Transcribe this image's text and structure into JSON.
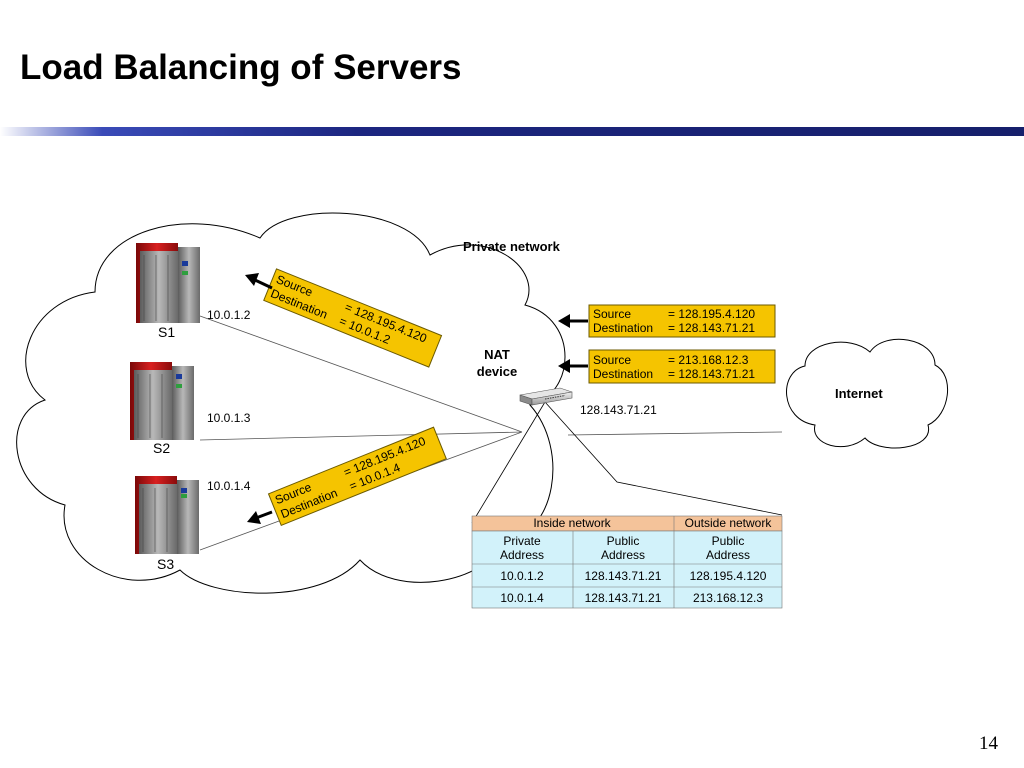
{
  "slide": {
    "title": "Load Balancing of Servers",
    "page_number": "14"
  },
  "diagram": {
    "private_network_label": "Private network",
    "internet_label": "Internet",
    "nat_device": {
      "line1": "NAT",
      "line2": "device",
      "address": "128.143.71.21"
    },
    "servers": [
      {
        "name": "S1",
        "address": "10.0.1.2"
      },
      {
        "name": "S2",
        "address": "10.0.1.3"
      },
      {
        "name": "S3",
        "address": "10.0.1.4"
      }
    ],
    "packets": {
      "to_s1": {
        "source_label": "Source",
        "destination_label": "Destination",
        "source_value": "= 128.195.4.120",
        "destination_value": "= 10.0.1.2"
      },
      "to_s3": {
        "source_label": "Source",
        "destination_label": "Destination",
        "source_value": "= 128.195.4.120",
        "destination_value": "= 10.0.1.4"
      },
      "incoming_1": {
        "source_label": "Source",
        "destination_label": "Destination",
        "source_value": "= 128.195.4.120",
        "destination_value": "= 128.143.71.21"
      },
      "incoming_2": {
        "source_label": "Source",
        "destination_label": "Destination",
        "source_value": "= 213.168.12.3",
        "destination_value": "= 128.143.71.21"
      }
    },
    "nat_table": {
      "group_headers": [
        "Inside network",
        "Outside network"
      ],
      "columns": [
        {
          "line1": "Private",
          "line2": "Address"
        },
        {
          "line1": "Public",
          "line2": "Address"
        },
        {
          "line1": "Public",
          "line2": "Address"
        }
      ],
      "rows": [
        [
          "10.0.1.2",
          "128.143.71.21",
          "128.195.4.120"
        ],
        [
          "10.0.1.4",
          "128.143.71.21",
          "213.168.12.3"
        ]
      ]
    },
    "colors": {
      "packet_fill": "#f5c400",
      "table_header": "#f4c39a",
      "table_body": "#d2f2fa",
      "server_red": "#cc1c1c",
      "title_bar": "#1c2680"
    }
  }
}
